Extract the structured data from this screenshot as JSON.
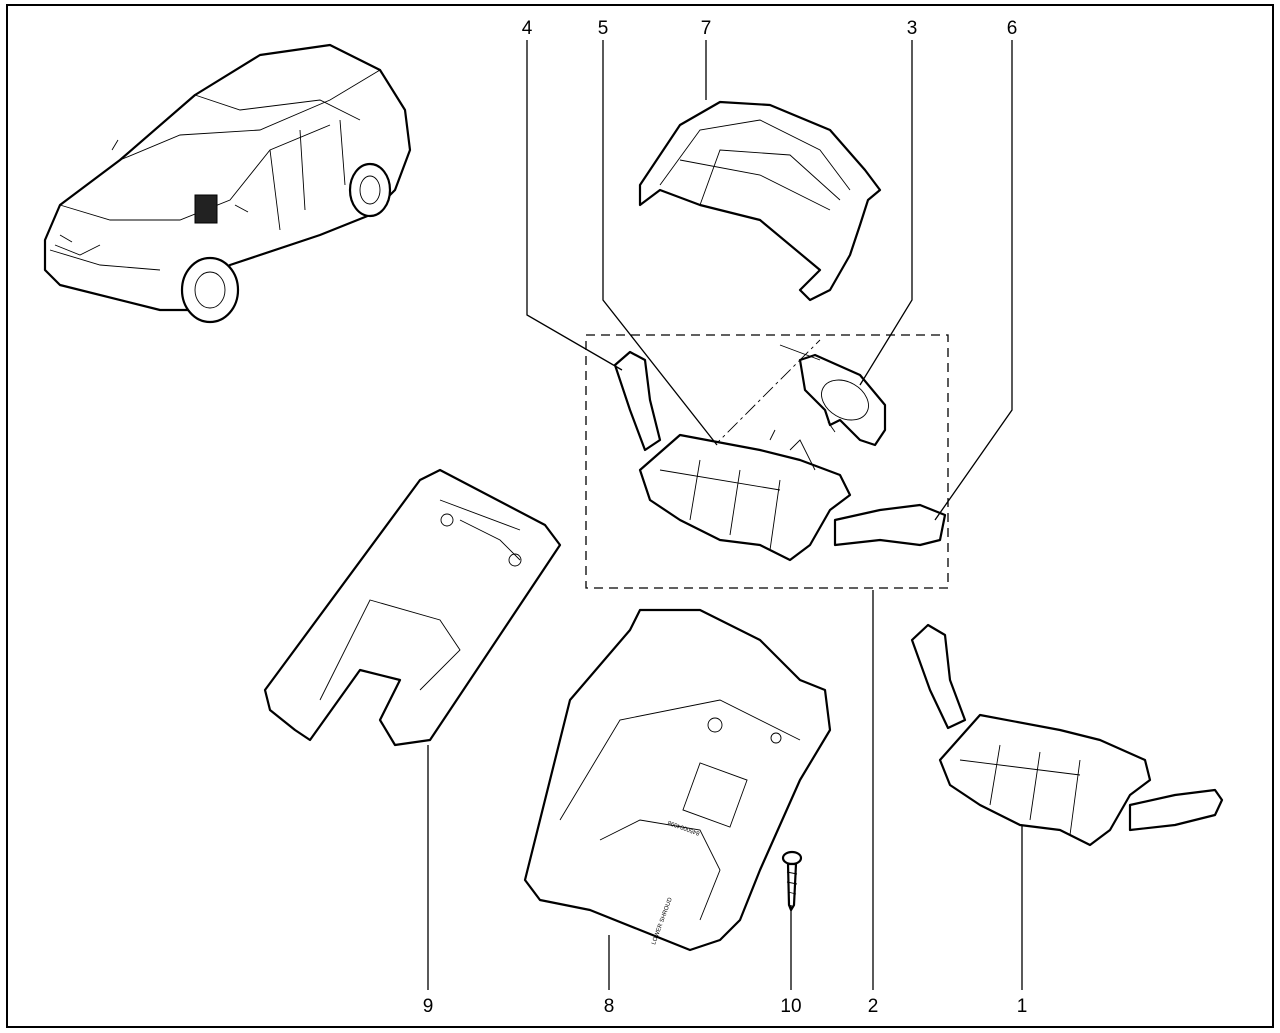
{
  "diagram": {
    "callouts": {
      "c1": "1",
      "c2": "2",
      "c3": "3",
      "c4": "4",
      "c5": "5",
      "c6": "6",
      "c7": "7",
      "c8": "8",
      "c9": "9",
      "c10": "10"
    },
    "part_markings": {
      "shroud_part_number": "8450004098",
      "shroud_label": "LOWER SHROUD"
    }
  }
}
